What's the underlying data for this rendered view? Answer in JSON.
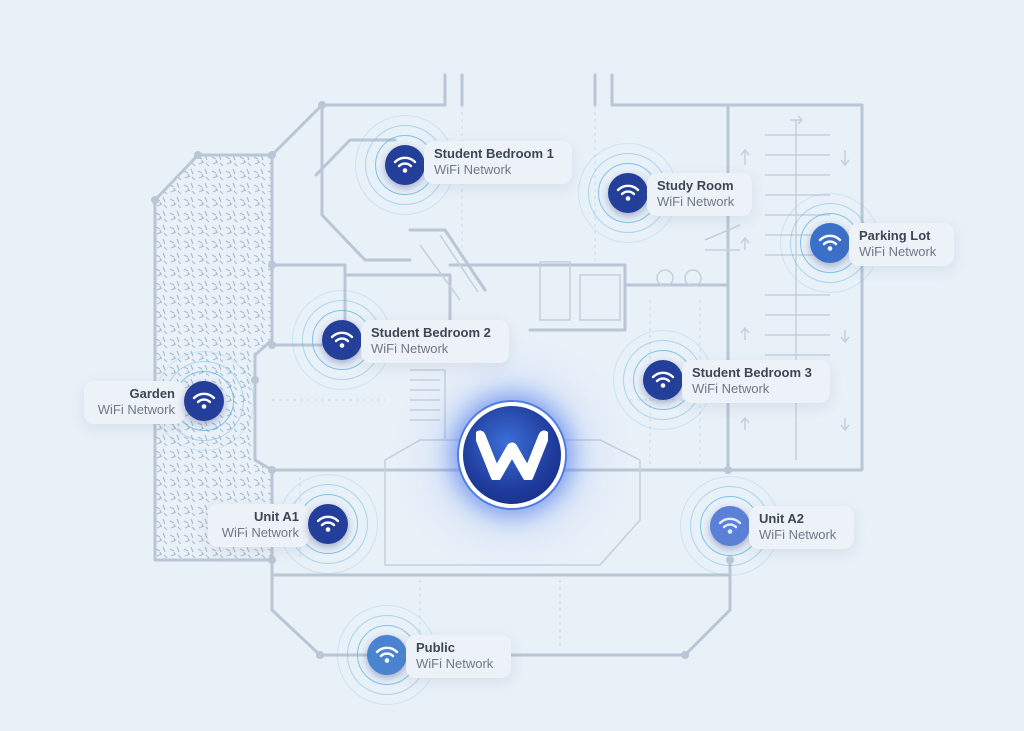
{
  "hub": {
    "icon": "w-logo-icon"
  },
  "colors": {
    "puck_dark": "#243f99",
    "puck_mid": "#3c6fc7",
    "puck_light": "#4a84d1",
    "puck_soft": "#5a80d8",
    "ring": "#5fb5e0",
    "hub_blue": "#1e3a9a"
  },
  "access_points": [
    {
      "id": "student-bedroom-1",
      "name": "Student Bedroom 1",
      "sub": "WiFi Network",
      "icon": "wifi-icon"
    },
    {
      "id": "study-room",
      "name": "Study Room",
      "sub": "WiFi Network",
      "icon": "wifi-icon"
    },
    {
      "id": "parking-lot",
      "name": "Parking Lot",
      "sub": "WiFi Network",
      "icon": "wifi-icon"
    },
    {
      "id": "student-bedroom-2",
      "name": "Student Bedroom 2",
      "sub": "WiFi Network",
      "icon": "wifi-icon"
    },
    {
      "id": "student-bedroom-3",
      "name": "Student Bedroom 3",
      "sub": "WiFi Network",
      "icon": "wifi-icon"
    },
    {
      "id": "garden",
      "name": "Garden",
      "sub": "WiFi Network",
      "icon": "wifi-icon"
    },
    {
      "id": "unit-a1",
      "name": "Unit A1",
      "sub": "WiFi Network",
      "icon": "wifi-icon"
    },
    {
      "id": "unit-a2",
      "name": "Unit A2",
      "sub": "WiFi Network",
      "icon": "wifi-icon"
    },
    {
      "id": "public",
      "name": "Public",
      "sub": "WiFi Network",
      "icon": "wifi-icon"
    }
  ]
}
